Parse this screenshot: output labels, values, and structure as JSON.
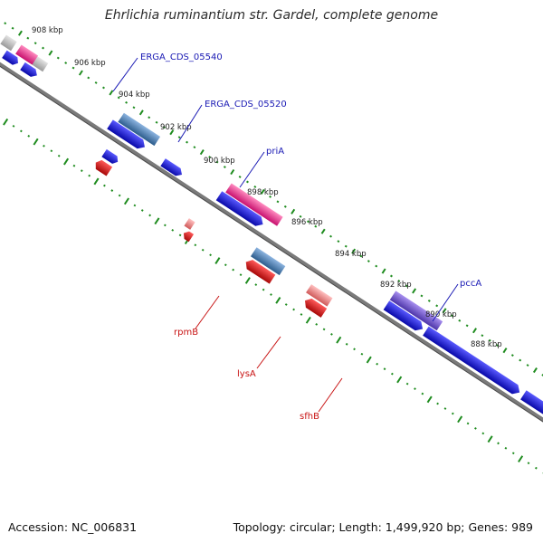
{
  "title": "Ehrlichia ruminantium str. Gardel, complete genome",
  "footer": {
    "accession": "Accession: NC_006831",
    "summary": "Topology: circular; Length: 1,499,920 bp; Genes: 989"
  },
  "colors": {
    "forward_cds": "#1a1adc",
    "reverse_cds": "#dd1212",
    "backbone": "#7a7a7a",
    "tick_outer": "#1f8c1f",
    "label_forward": "#1a1ab4",
    "label_reverse": "#c81414"
  },
  "scale_labels": [
    "908 kbp",
    "906 kbp",
    "904 kbp",
    "902 kbp",
    "900 kbp",
    "898 kbp",
    "896 kbp",
    "894 kbp",
    "892 kbp",
    "890 kbp",
    "888 kbp"
  ],
  "gene_labels": {
    "forward": [
      "ERGA_CDS_05540",
      "ERGA_CDS_05520",
      "priA",
      "pccA"
    ],
    "reverse": [
      "rpmB",
      "lysA",
      "sfhB"
    ]
  }
}
